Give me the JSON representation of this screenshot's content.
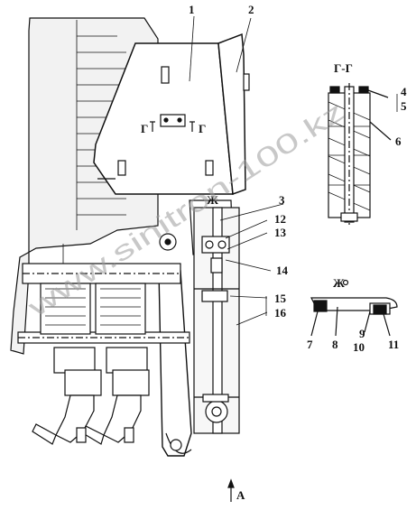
{
  "figure": {
    "callouts": [
      "1",
      "2",
      "3",
      "4",
      "5",
      "6",
      "7",
      "8",
      "9",
      "10",
      "11",
      "12",
      "13",
      "14",
      "15",
      "16"
    ],
    "section_label": "Г-Г",
    "section_mark": "Г",
    "view_label": "Ж",
    "arrow_label": "А",
    "watermark": "www.sinitron-100.kz"
  }
}
